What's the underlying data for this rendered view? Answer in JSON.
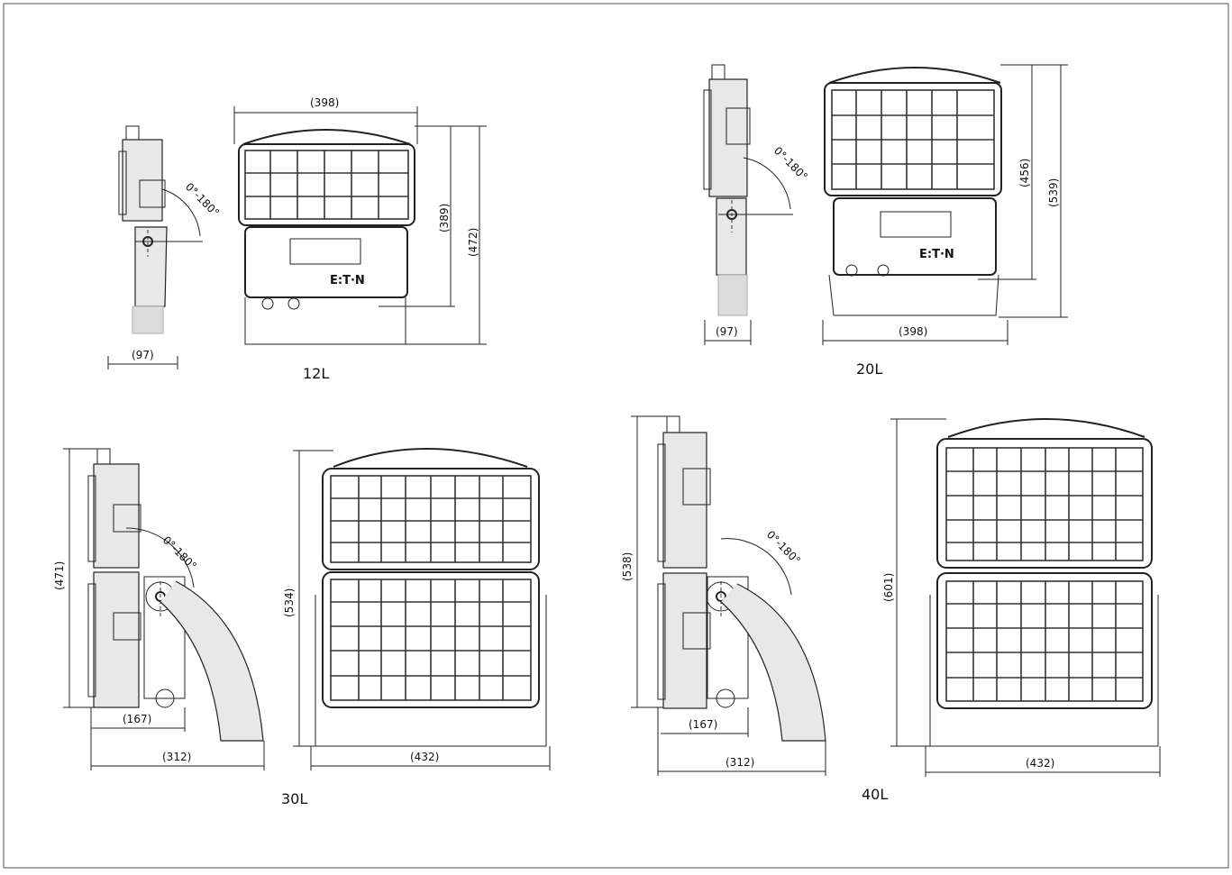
{
  "border_color": "#555555",
  "line_color": "#222222",
  "models": {
    "m12": {
      "label": "12L",
      "width": "(398)",
      "height_inner": "(389)",
      "height_total": "(472)",
      "depth": "(97)",
      "angle": "0°-180°",
      "logo": "E:T·N"
    },
    "m20": {
      "label": "20L",
      "width": "(398)",
      "height_inner": "(456)",
      "height_total": "(539)",
      "depth": "(97)",
      "angle": "0°-180°",
      "logo": "E:T·N"
    },
    "m30": {
      "label": "30L",
      "width": "(432)",
      "height_front": "(534)",
      "height_side": "(471)",
      "depth_inner": "(167)",
      "depth_total": "(312)",
      "angle": "0°-180°"
    },
    "m40": {
      "label": "40L",
      "width": "(432)",
      "height_front": "(601)",
      "height_side": "(538)",
      "depth_inner": "(167)",
      "depth_total": "(312)",
      "angle": "0°-180°"
    }
  }
}
